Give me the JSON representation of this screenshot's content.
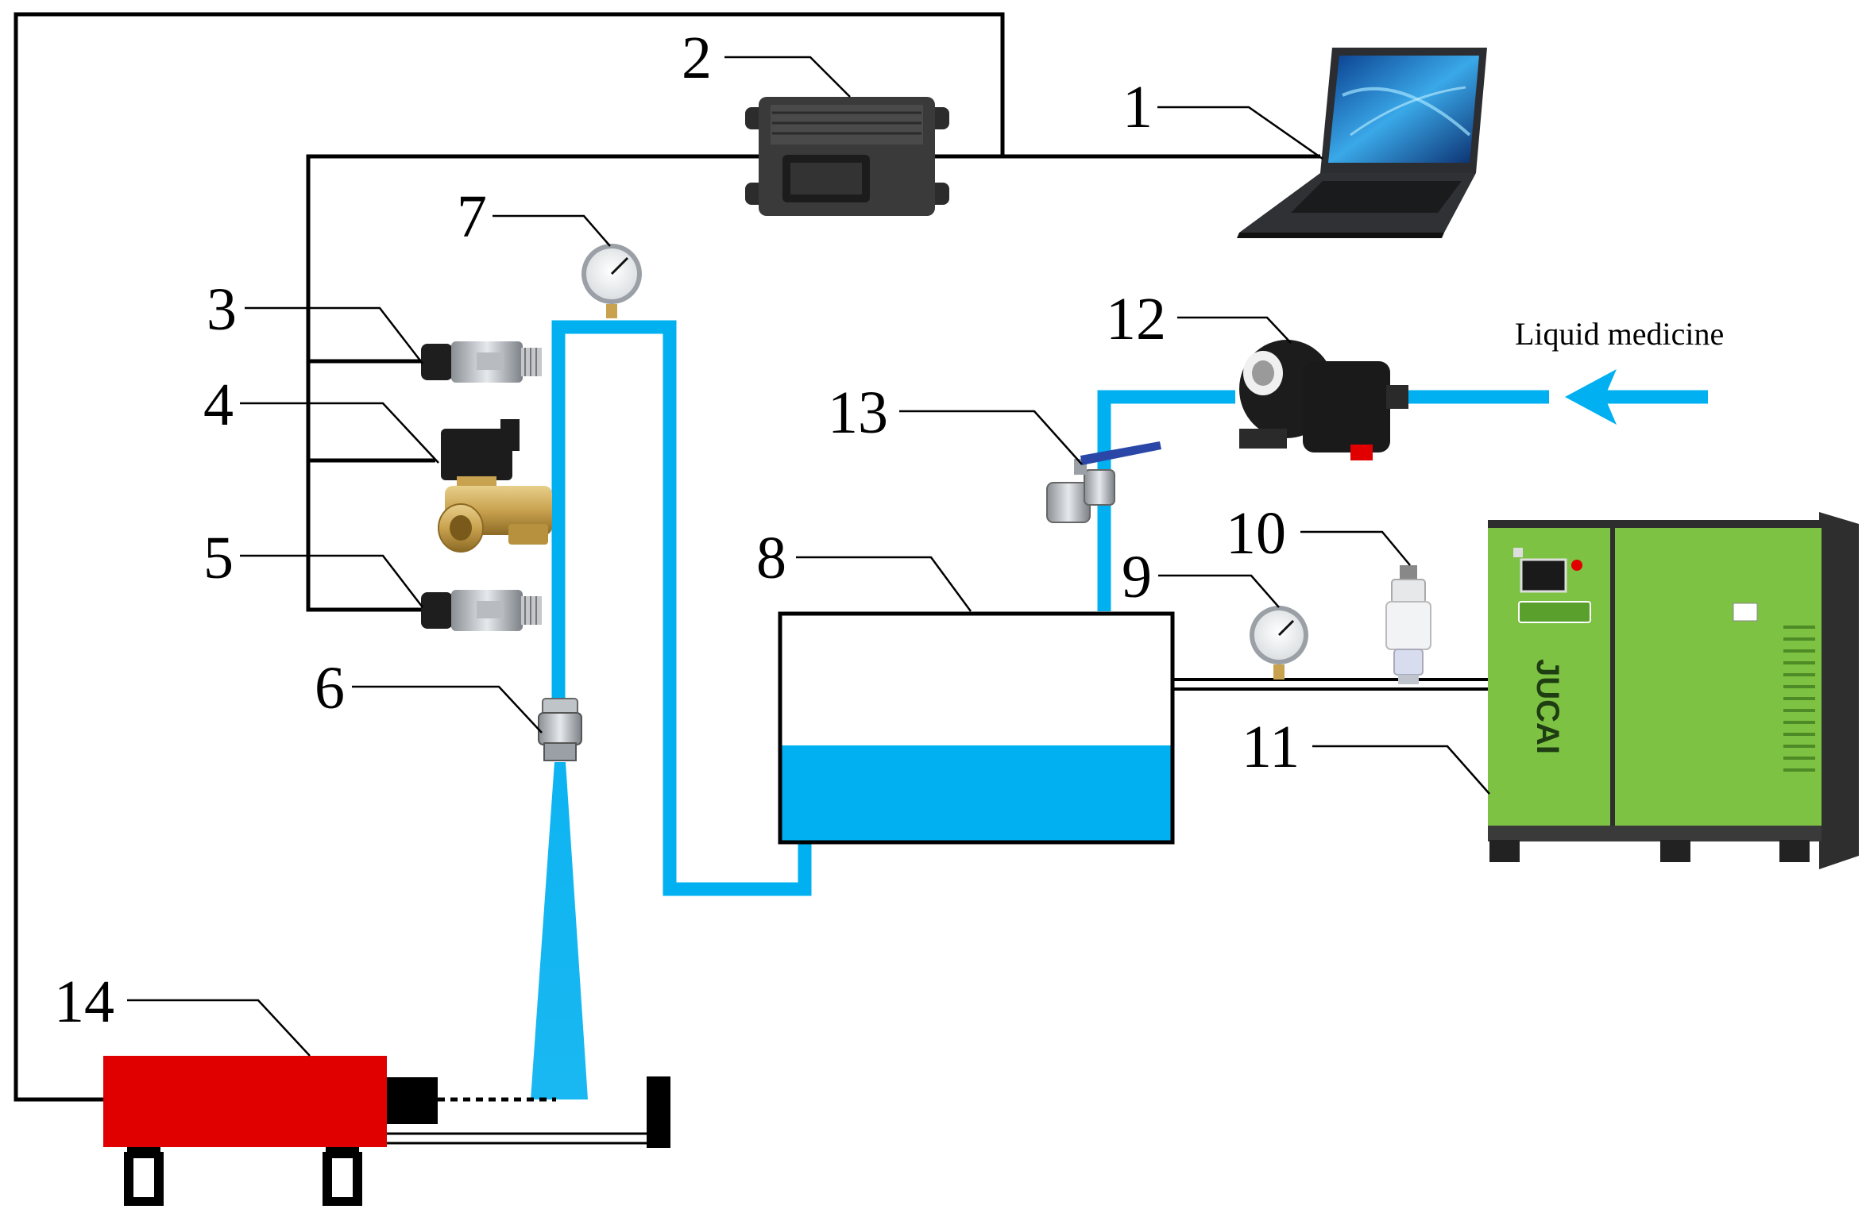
{
  "diagram": {
    "labels": {
      "n1": "1",
      "n2": "2",
      "n3": "3",
      "n4": "4",
      "n5": "5",
      "n6": "6",
      "n7": "7",
      "n8": "8",
      "n9": "9",
      "n10": "10",
      "n11": "11",
      "n12": "12",
      "n13": "13",
      "n14": "14"
    },
    "inflow_label": "Liquid medicine",
    "compressor_brand": "JUCAI",
    "colors": {
      "liquid": "#00b0f0",
      "wire": "#000000",
      "carriage": "#e00000",
      "compressor": "#7dc242"
    }
  }
}
